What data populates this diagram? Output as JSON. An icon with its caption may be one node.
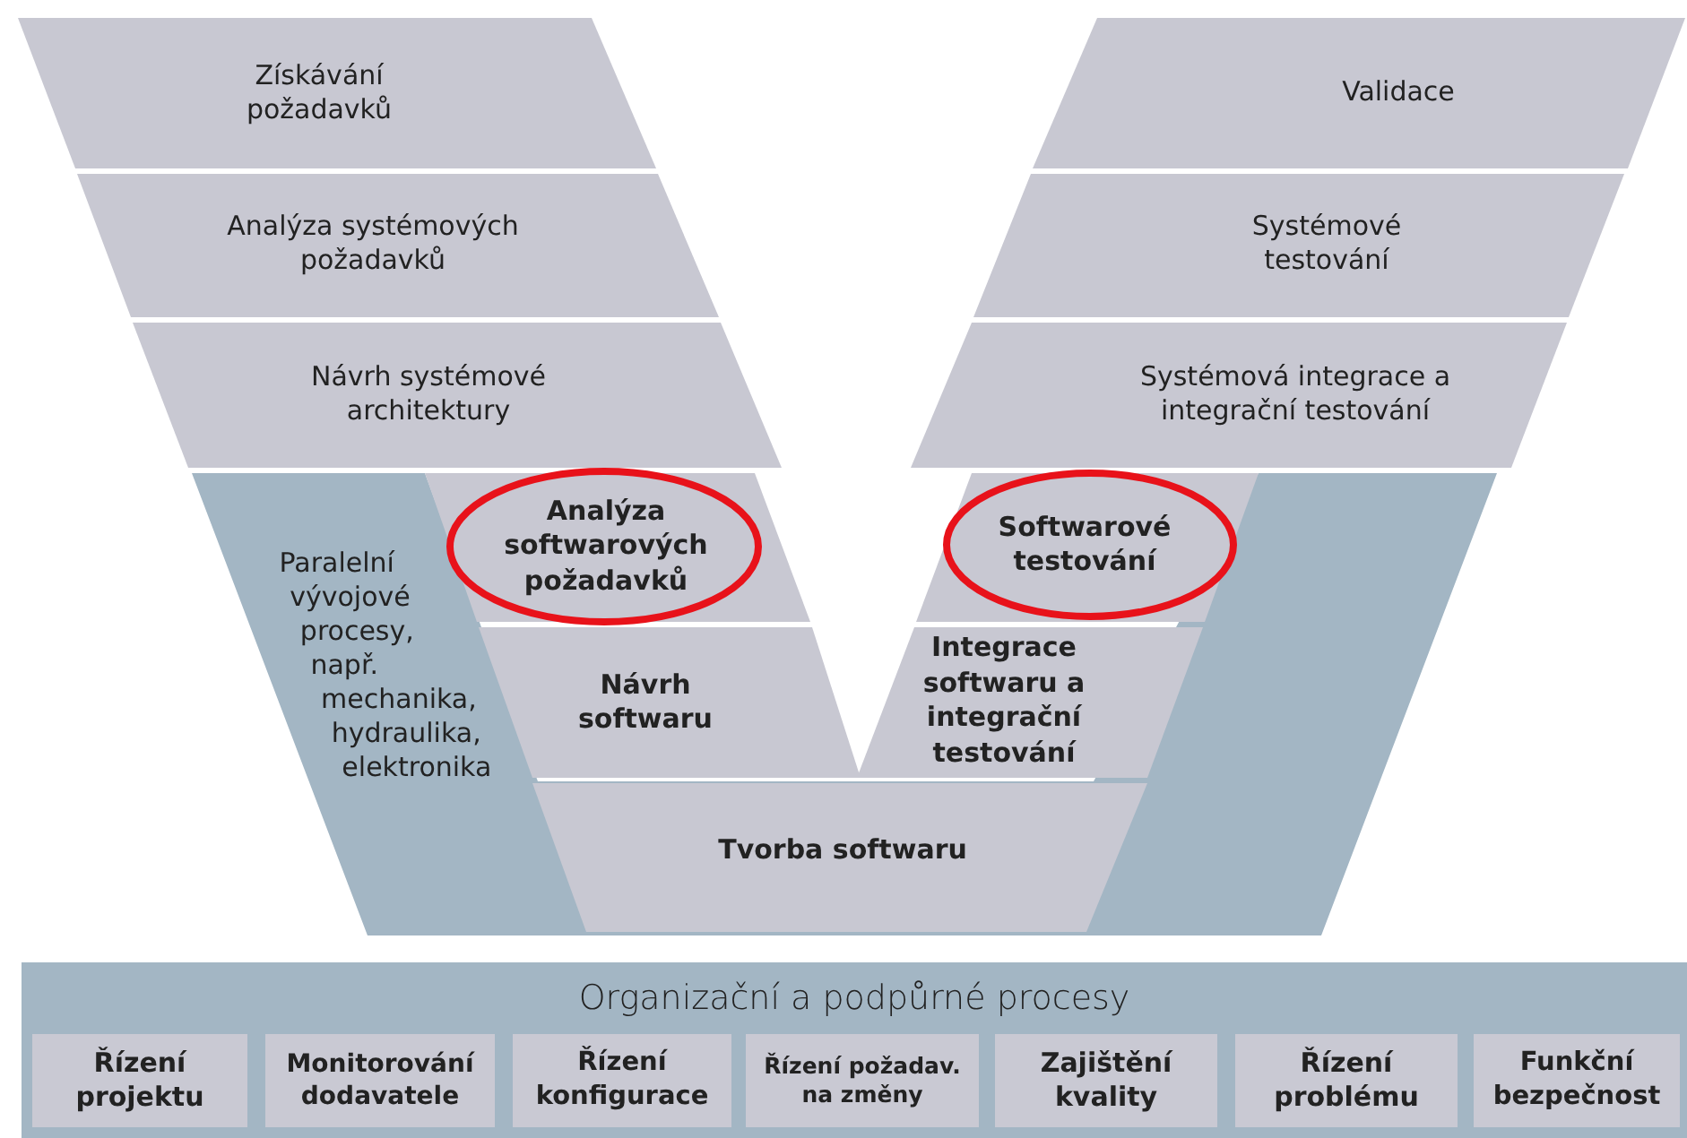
{
  "diagram": {
    "nodes": [
      {
        "text": [
          "Získávání požadavků"
        ]
      },
      {
        "text": [
          "Validace"
        ]
      },
      {
        "text": [
          "Analýza systémových požadavků"
        ]
      },
      {
        "text": [
          "Systémové testování"
        ]
      },
      {
        "text": [
          "Návrh systémové architektury"
        ]
      },
      {
        "text": [
          "Systémová integrace a integrační testování"
        ]
      },
      {
        "text": [
          "Paralelní vývojové procesy, např. mechanika, hydraulika, elektronika"
        ]
      },
      {
        "text": [
          "Analýza softwarových požadavků"
        ]
      },
      {
        "text": [
          "Softwarové testování"
        ]
      },
      {
        "text": [
          "Návrh softwaru"
        ]
      },
      {
        "text": [
          "Integrace softwaru a integrační testování"
        ]
      },
      {
        "text": [
          "Tvorba softwaru"
        ],
        "in": 6
      },
      {
        "text": [
          "Organizační a podpůrné procesy"
        ]
      },
      {
        "text": [
          "Řízení projektu"
        ],
        "in": 12
      },
      {
        "text": [
          "Monitorování dodavatele"
        ],
        "in": 12
      },
      {
        "text": [
          "Řízení konfigurace"
        ],
        "in": 12
      },
      {
        "text": [
          "Řízení požadav. na změny"
        ],
        "in": 12
      },
      {
        "text": [
          "Zajištění kvality"
        ],
        "in": 12
      },
      {
        "text": [
          "Řízení problému"
        ],
        "in": 12
      },
      {
        "text": [
          "Funkční bezpečnost"
        ],
        "in": 12
      }
    ]
  }
}
